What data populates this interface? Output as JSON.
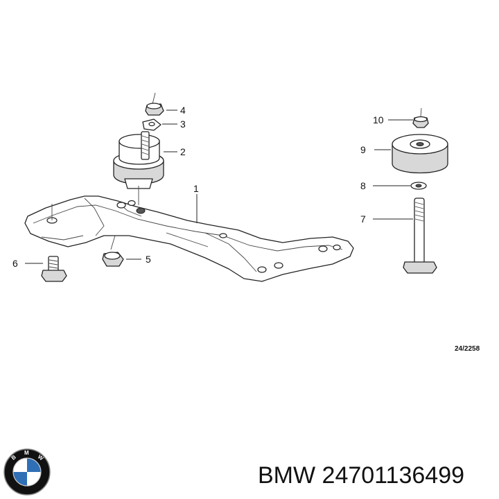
{
  "diagram": {
    "callouts": {
      "c1": "1",
      "c2": "2",
      "c3": "3",
      "c4": "4",
      "c5": "5",
      "c6": "6",
      "c7": "7",
      "c8": "8",
      "c9": "9",
      "c10": "10"
    },
    "reference_code": "24/2258"
  },
  "caption": {
    "brand": "BMW",
    "part_number": "24701136499",
    "text": "BMW 24701136499"
  },
  "logo": {
    "name": "bmw-roundel",
    "letters": "BMW",
    "colors": {
      "blue": "#2f6fb5",
      "white": "#ffffff",
      "ring": "#111111"
    }
  }
}
